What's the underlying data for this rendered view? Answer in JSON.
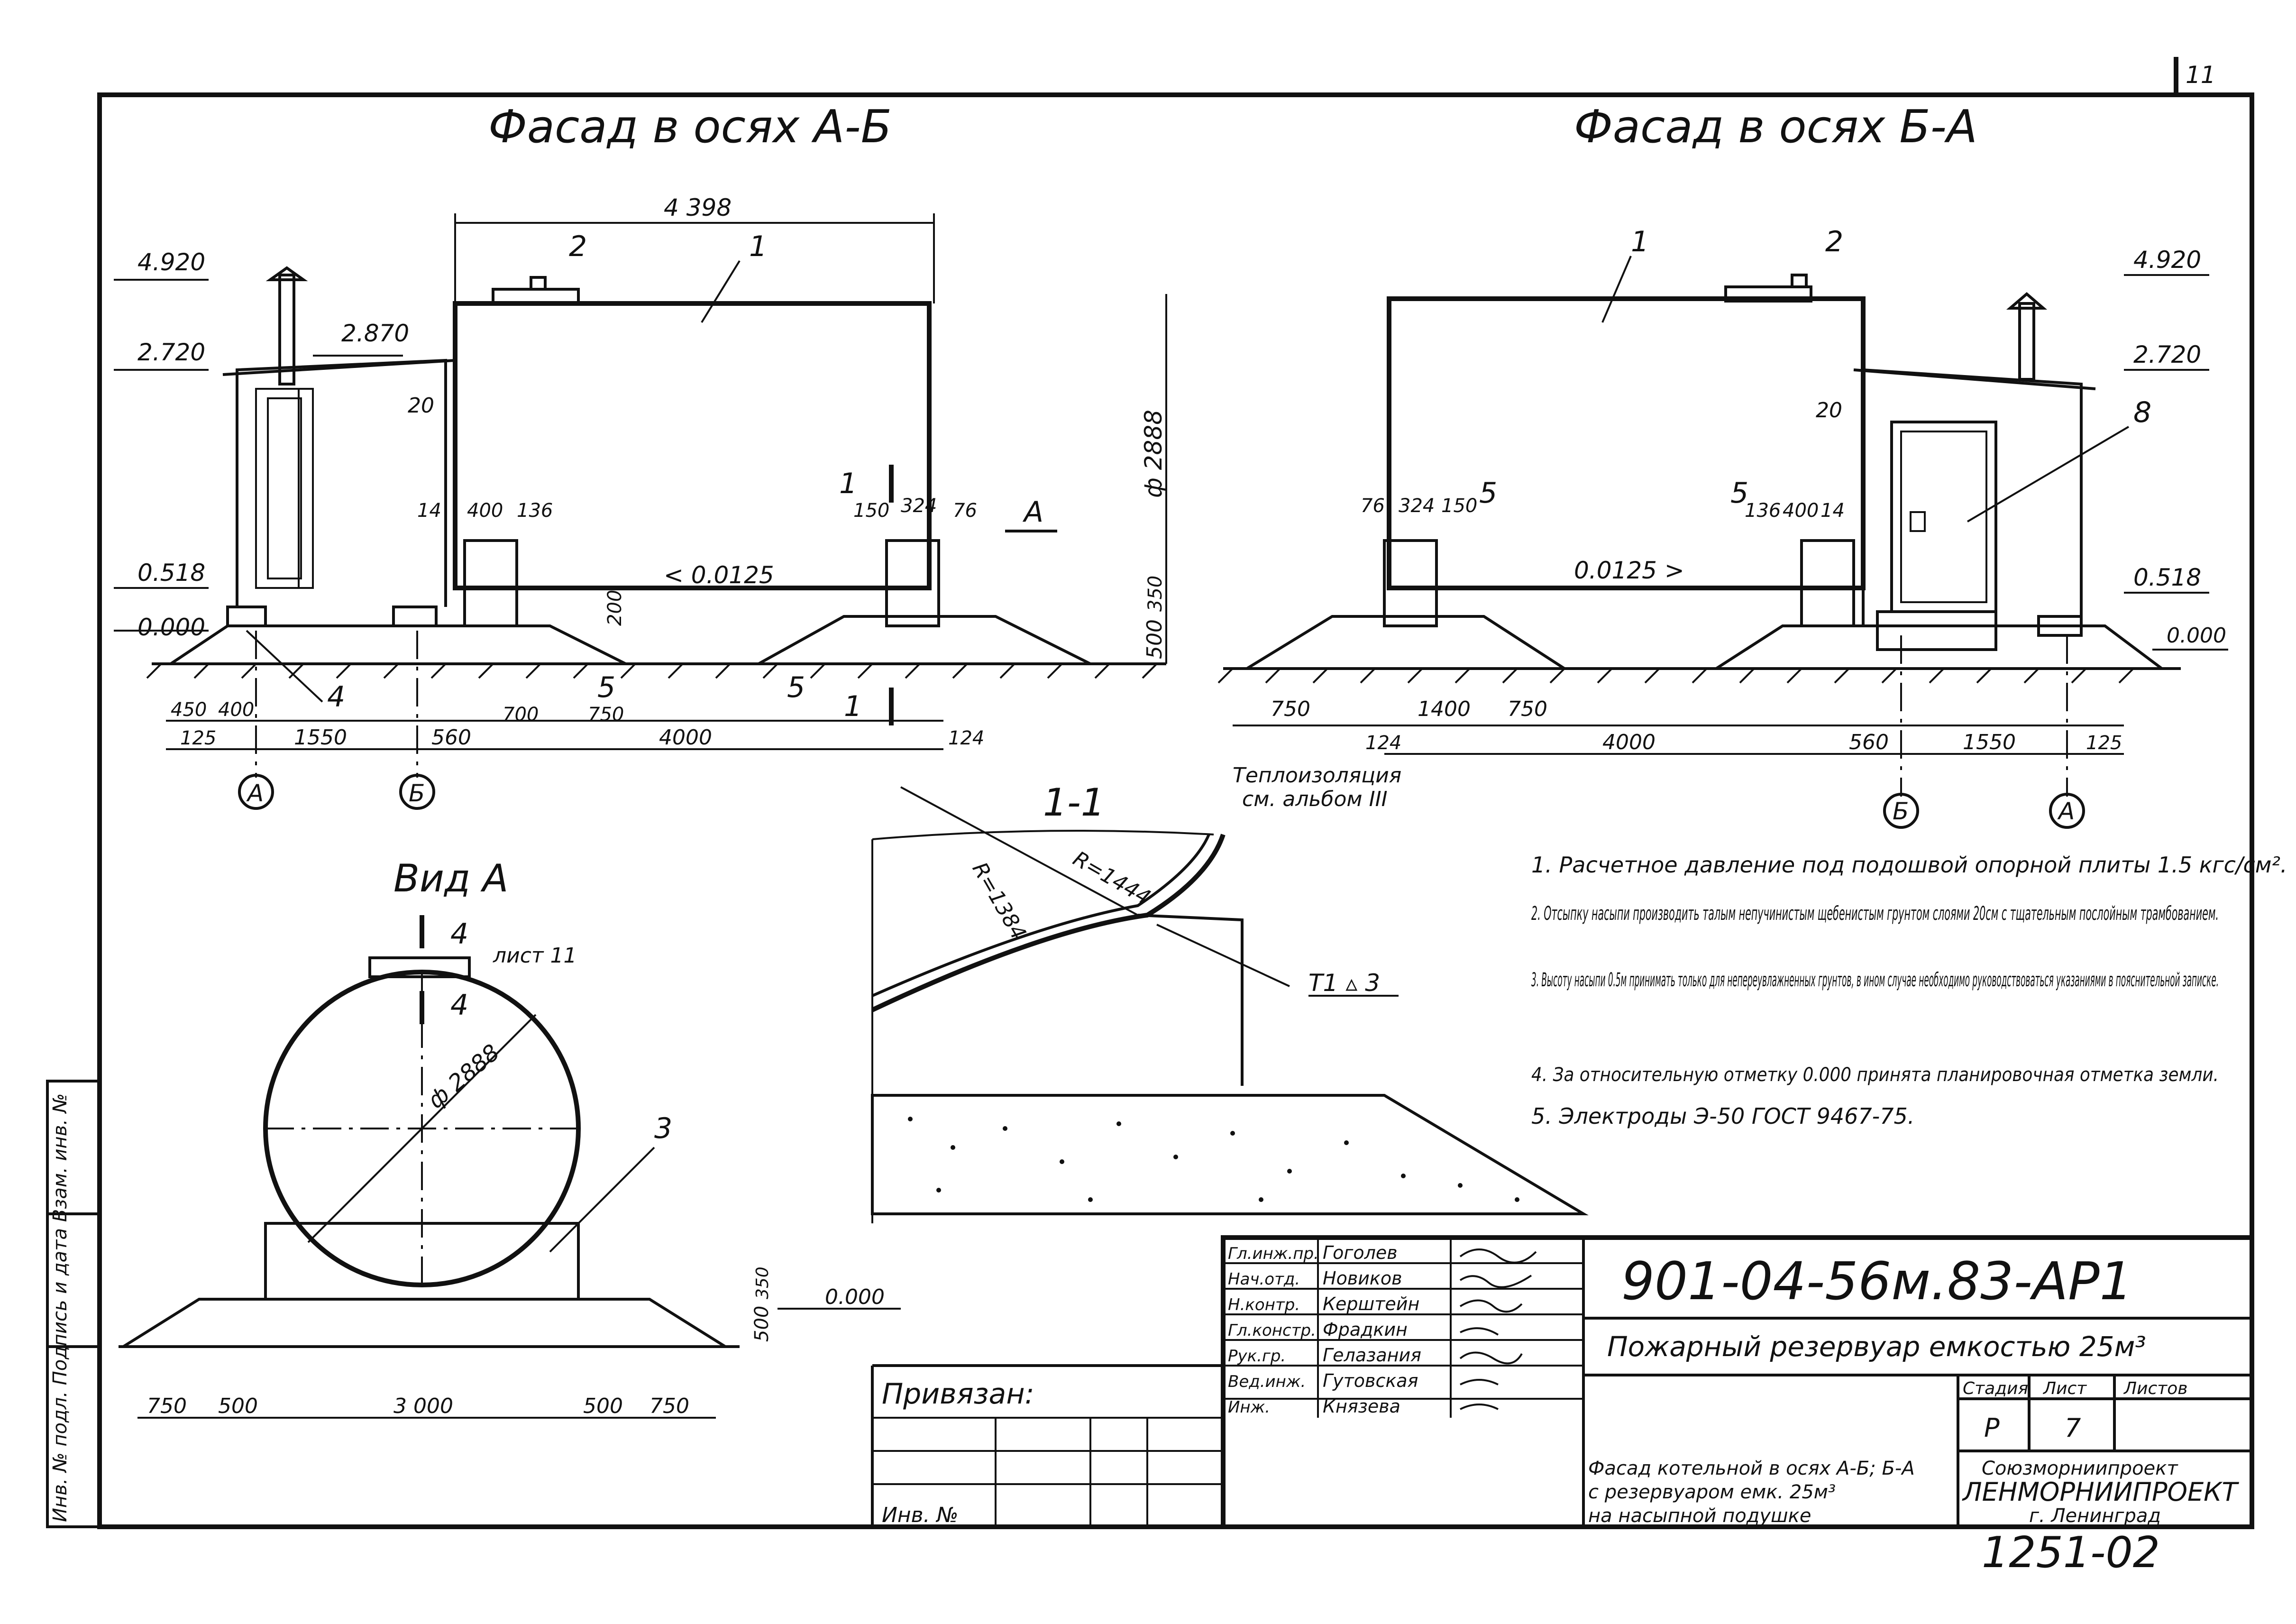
{
  "sheet": {
    "number": "11"
  },
  "views": {
    "facade_ab": {
      "title": "Фасад в осях А-Б"
    },
    "facade_ba": {
      "title": "Фасад в осях Б-А"
    },
    "view_a": {
      "title": "Вид А"
    },
    "section_11": {
      "title": "1-1",
      "insulation_note_1": "Теплоизоляция",
      "insulation_note_2": "см. альбом III"
    }
  },
  "labels": {
    "dim_4398": "4 398",
    "elev_4920": "4.920",
    "elev_2720": "2.720",
    "elev_2870": "2.870",
    "elev_0518": "0.518",
    "elev_0000": "0.000",
    "dia_2888": "ф 2888",
    "slope_left": "< 0.0125",
    "slope_right": "0.0125 >",
    "d20": "20",
    "d14": "14",
    "d400": "400",
    "d136": "136",
    "d150": "150",
    "d324": "324",
    "d76": "76",
    "d200": "200",
    "d500": "500",
    "d350": "350",
    "d450": "450",
    "d125": "125",
    "d1550": "1550",
    "d560": "560",
    "d700": "700",
    "d750": "750",
    "d4000": "4000",
    "d124": "124",
    "d1400": "1400",
    "d3000": "3 000",
    "c1": "1",
    "c2": "2",
    "c3": "3",
    "c4": "4",
    "c5": "5",
    "c8": "8",
    "axisA": "А",
    "axisB": "Б",
    "arrowA": "А",
    "R1444": "R=1444",
    "R1384": "R=1384",
    "weld": "Т1 ▵ 3",
    "list11": "лист 11"
  },
  "notes": [
    "1. Расчетное давление под подошвой опорной плиты 1.5 кгс/см².",
    "2. Отсыпку насыпи производить талым непучинистым щебенистым грунтом слоями 20см с тщательным послойным трамбованием.",
    "3. Высоту насыпи 0.5м принимать только для непереувлажненных грунтов, в ином случае необходимо руководствоваться указаниями в пояснительной записке.",
    "4. За относительную отметку 0.000 принята планировочная отметка земли.",
    "5. Электроды Э-50 ГОСТ 9467-75."
  ],
  "title_block": {
    "code": "901-04-56м.83-АР1",
    "project": "Пожарный резервуар емкостью 25м³",
    "sheet_title_1": "Фасад котельной в осях А-Б; Б-А",
    "sheet_title_2": "с резервуаром емк. 25м³",
    "sheet_title_3": "на насыпной подушке",
    "stage_h": "Стадия",
    "sheet_h": "Лист",
    "sheets_h": "Листов",
    "stage": "Р",
    "sheet": "7",
    "org_1": "Союзморниипроект",
    "org_2": "ЛЕНМОРНИИПРОЕКТ",
    "org_3": "г. Ленинград",
    "privyazan": "Привязан:",
    "inv": "Инв. №",
    "roles": [
      "Гл.инж.пр.",
      "Нач.отд.",
      "Н.контр.",
      "Гл.констр.",
      "Рук.гр.",
      "Вед.инж.",
      "Инж."
    ],
    "names": [
      "Гоголев",
      "Новиков",
      "Керштейн",
      "Фрадкин",
      "Гелазания",
      "Гутовская",
      "Князева"
    ],
    "archive_no": "1251-02",
    "side_stamp": "Инв. № подл.   Подпись и дата   Взам. инв. №"
  }
}
